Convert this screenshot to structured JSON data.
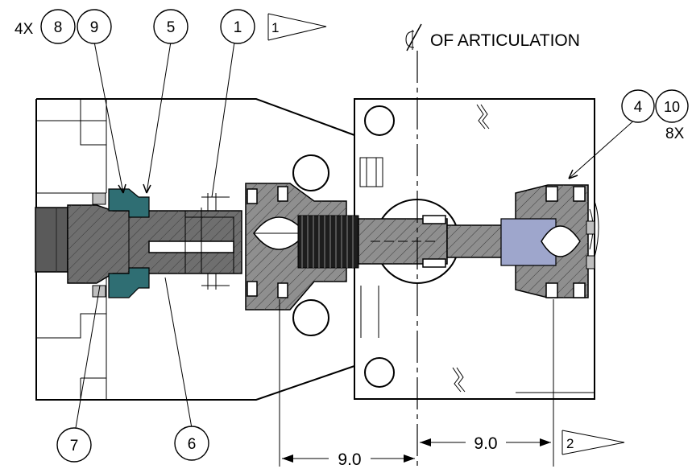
{
  "drawing": {
    "centerline_label": "OF ARTICULATION",
    "balloons": {
      "b1": "1",
      "b4": "4",
      "b5": "5",
      "b6": "6",
      "b7": "7",
      "b8": "8",
      "b9": "9",
      "b10": "10"
    },
    "qty_top_left": "4X",
    "qty_right": "8X",
    "flags": {
      "f1": "1",
      "f2": "2"
    },
    "dimensions": {
      "left": "9.0",
      "right": "9.0"
    }
  }
}
